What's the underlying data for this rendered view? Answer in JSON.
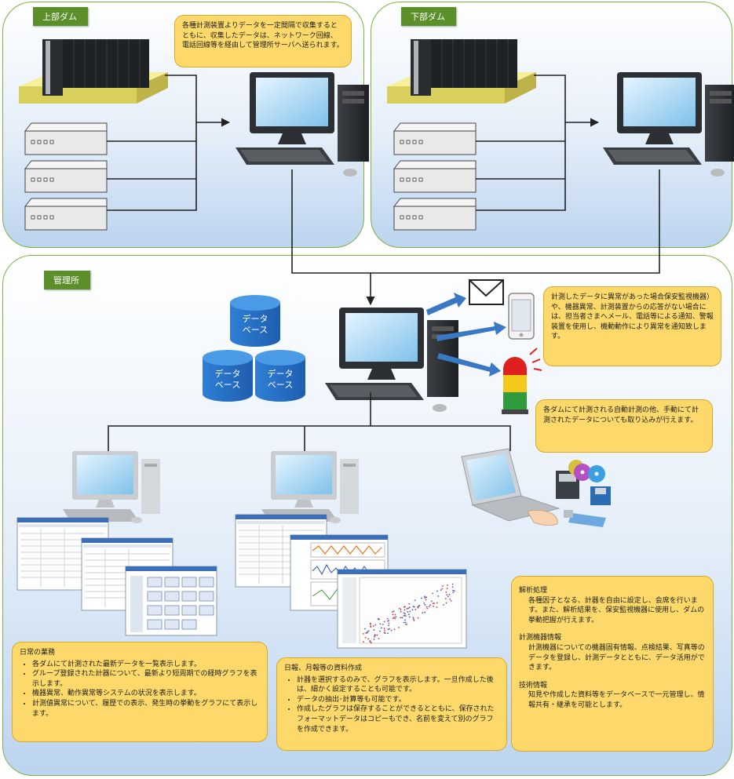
{
  "regions": {
    "upper": {
      "label": "上部ダム"
    },
    "lower": {
      "label": "下部ダム"
    },
    "office": {
      "label": "管理所"
    }
  },
  "database_label": [
    "データ",
    "ベース"
  ],
  "notes": {
    "collect": "各種計測装置よりデータを一定間隔で収集するとともに、収集したデータは、ネットワーク回線、電話回線等を経由して管理所サーバへ送られます。",
    "alert": "計測したデータに異常があった場合保安監視機器）や、機器異常、計測装置からの応答がない場合には、担当者さまへメール、電話等による通知、警報装置を使用し、機動動作により異常を通知致します。",
    "manual": "各ダムにて計測される自動計測の他、手動にて計測されたデータについても取り込みが行えます。",
    "daily": {
      "title": "日常の業務",
      "items": [
        "各ダムにて計測された最新データを一覧表示します。",
        "グループ登録された計器について、最新より短周期での経時グラフを表示します。",
        "機器異常、動作異常等システムの状況を表示します。",
        "計測値異常について、履歴での表示、発生時の挙動をグラフにて表示します。"
      ]
    },
    "reports": {
      "title": "日報、月報等の資料作成",
      "items": [
        "計器を選択するのみで、グラフを表示します。一旦作成した後は、細かく設定することも可能です。",
        "データの抽出･計算等も可能です。",
        "作成したグラフは保存することができるとともに、保存されたフォーマットデータはコピーもでき、名前を変えて別のグラフを作成できます。"
      ]
    },
    "analysis": {
      "sections": [
        {
          "title": "解析処理",
          "body": "各種因子となる、計器を自由に設定し、会席を行います。また、解析結果を、保安監視機器に使用し、ダムの挙動把握が行えます。"
        },
        {
          "title": "計測機器情報",
          "body": "計測機器についての機器固有情報、点検結果、写真等のデータを登録し、計測データとともに、データ活用ができます。"
        },
        {
          "title": "技術情報",
          "body": "知見や作成した資料等をデータベースで一元管理し、情報共有・継承を可能とします。"
        }
      ]
    }
  },
  "colors": {
    "region_border": "#7cb342",
    "tag": "#5a8f29",
    "note": "#fcd96a",
    "arrow": "#3b78c4"
  }
}
